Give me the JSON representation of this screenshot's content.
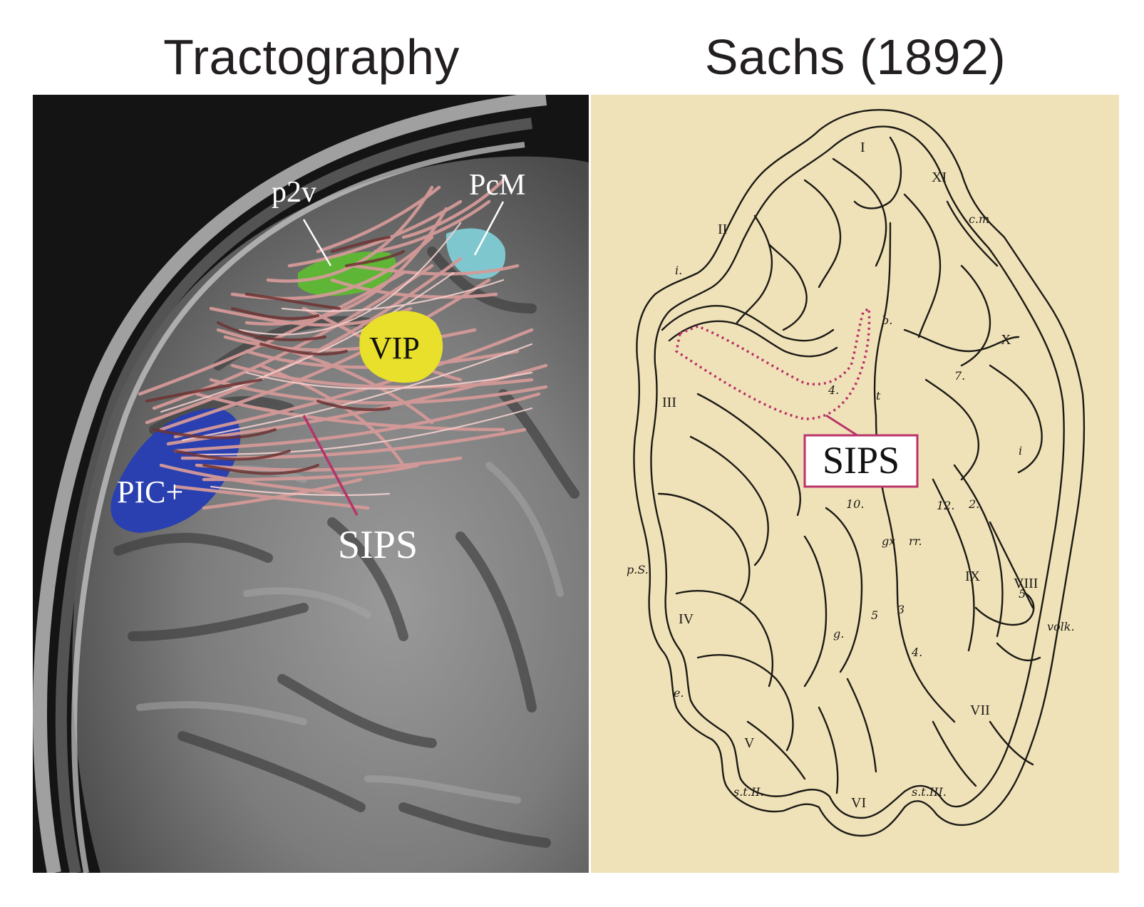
{
  "titles": {
    "left": "Tractography",
    "right": "Sachs (1892)"
  },
  "tractography": {
    "labels": {
      "p2v": "p2v",
      "pcm": "PcM",
      "vip": "VIP",
      "pic": "PIC+",
      "sips": "SIPS"
    },
    "colors": {
      "background": "#151515",
      "mri_gray": "#8a8a8a",
      "fibers": "#d49a98",
      "fibers_dark": "#6e3332",
      "p2v_region": "#5fb535",
      "pcm_region": "#7fc7cf",
      "vip_region": "#e8e02a",
      "pic_region": "#2a3fb0",
      "sips_pointer": "#b8336a"
    }
  },
  "sachs": {
    "sips_label": "SIPS",
    "roman_labels": [
      "I",
      "II",
      "III",
      "IV",
      "V",
      "VI",
      "VII",
      "VIII",
      "IX",
      "X",
      "XI"
    ],
    "annotations": {
      "cm": "c.m",
      "i_upper": "i.",
      "b": "b.",
      "four": "4.",
      "seven": "7.",
      "i_right": "i",
      "ten": "10.",
      "twelve": "12.",
      "two": "2.",
      "three": "3",
      "fifty": "5",
      "ps": "p.S.",
      "e": "e.",
      "five": "5",
      "four_lower": "4.",
      "volk": "volk.",
      "st2": "s.t.II.",
      "st3": "s.t.III.",
      "gx": "gx",
      "rr": "rr.",
      "t": "t",
      "g": "g."
    },
    "colors": {
      "paper": "#f0e2b8",
      "ink": "#1c1a16",
      "highlight": "#b8336a"
    }
  }
}
